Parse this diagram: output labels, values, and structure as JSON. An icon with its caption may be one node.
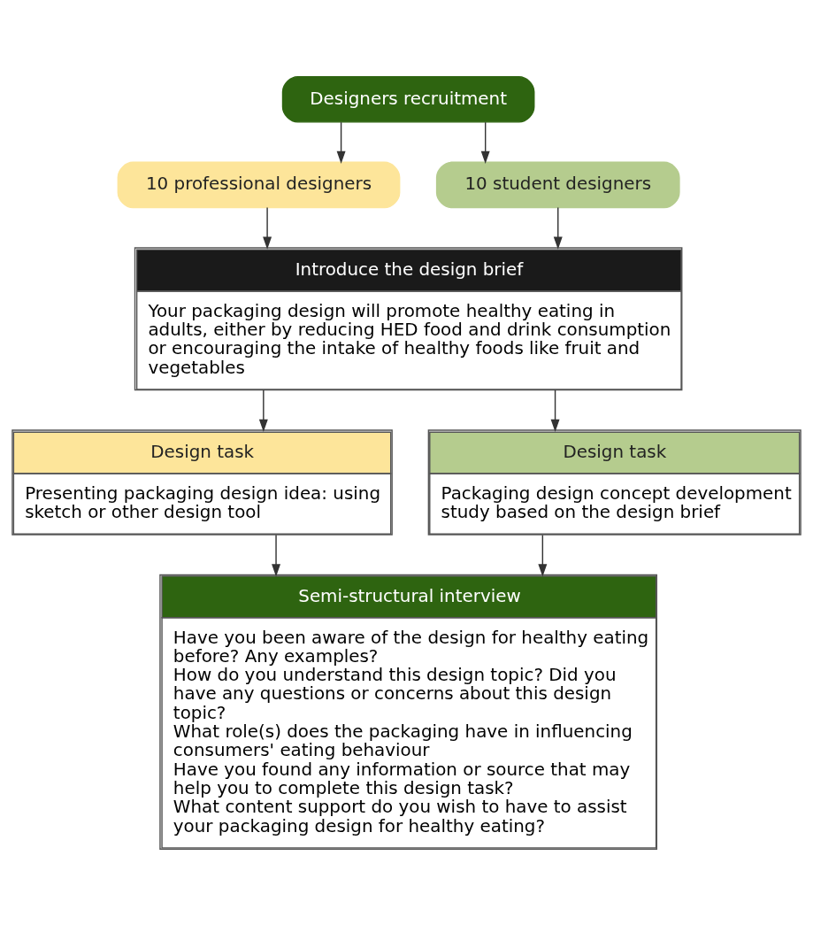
{
  "diagram": {
    "nodes": [
      {
        "text": [
          "Designers recruitment"
        ]
      },
      {
        "text": [
          "10 professional designers"
        ]
      },
      {
        "text": [
          "10 student designers"
        ]
      },
      {
        "text": [
          "Introduce the design brief",
          "Your packaging design will promote healthy eating in adults, either by reducing HED food and drink consumption or encouraging the intake of healthy foods like fruit and vegetables"
        ]
      },
      {
        "text": [
          "Design task",
          "Presenting packaging design idea: using sketch or other design tool"
        ]
      },
      {
        "text": [
          "Design task",
          "Packaging design concept development study based on the design brief"
        ]
      },
      {
        "text": [
          "Semi-structural interview",
          "Have you been aware of the design for healthy eating before? Any examples?",
          "How do you understand this design topic? Did you have any questions or concerns about this design topic?",
          "What role(s) does the packaging have in influencing consumers' eating behaviour",
          "Have you found any information or source that may help you to complete this design task?",
          "What content support do you wish to have to assist your packaging design for healthy eating?"
        ]
      }
    ],
    "edges": [
      {
        "from": 0,
        "to": 1,
        "arrow": "to"
      },
      {
        "from": 0,
        "to": 2,
        "arrow": "to"
      },
      {
        "from": 1,
        "to": 3,
        "arrow": "to"
      },
      {
        "from": 2,
        "to": 3,
        "arrow": "to"
      },
      {
        "from": 3,
        "to": 4,
        "arrow": "to"
      },
      {
        "from": 3,
        "to": 5,
        "arrow": "to"
      },
      {
        "from": 4,
        "to": 6,
        "arrow": "to"
      },
      {
        "from": 5,
        "to": 6,
        "arrow": "to"
      }
    ]
  }
}
